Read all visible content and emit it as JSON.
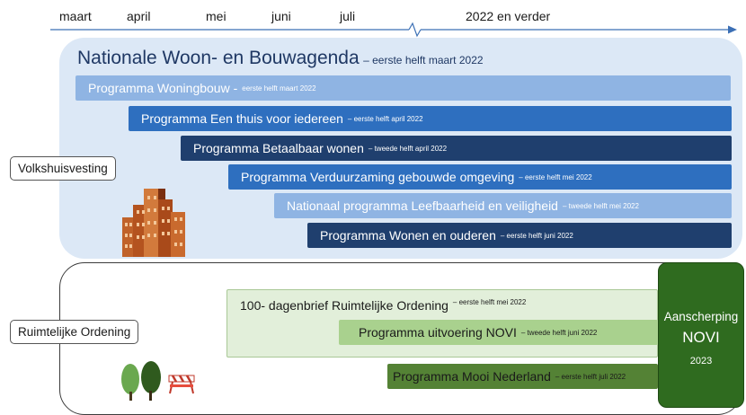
{
  "timeline": {
    "months": [
      "maart",
      "april",
      "mei",
      "juni",
      "juli"
    ],
    "future_label": "2022 en verder"
  },
  "volkshuisvesting": {
    "category_label": "Volkshuisvesting",
    "title": "Nationale Woon- en Bouwagenda",
    "title_timing": "– eerste helft maart 2022",
    "programs": [
      {
        "label": "Programma Woningbouw  -",
        "timing": "eerste helft maart 2022",
        "color": "#8fb4e3"
      },
      {
        "label": "Programma Een thuis voor iedereen",
        "timing": "– eerste helft april 2022",
        "color": "#2e6fbf"
      },
      {
        "label": "Programma Betaalbaar wonen",
        "timing": "– tweede helft april 2022",
        "color": "#1f3f6e"
      },
      {
        "label": "Programma Verduurzaming gebouwde omgeving",
        "timing": "– eerste helft mei 2022",
        "color": "#2e6fbf"
      },
      {
        "label": "Nationaal programma Leefbaarheid en veiligheid",
        "timing": "– tweede helft mei 2022",
        "color": "#8fb4e3"
      },
      {
        "label": "Programma Wonen en ouderen",
        "timing": "– eerste helft juni 2022",
        "color": "#1f3f6e"
      }
    ]
  },
  "ruimtelijke_ordening": {
    "category_label": "Ruimtelijke Ordening",
    "programs": [
      {
        "label": "100- dagenbrief Ruimtelijke Ordening",
        "timing": "– eerste helft mei 2022",
        "color": "#e2efda"
      },
      {
        "label": "Programma uitvoering NOVI",
        "timing": "– tweede helft juni 2022",
        "color": "#a9d18e"
      },
      {
        "label": "Programma Mooi Nederland",
        "timing": "– eerste helft juli 2022",
        "color": "#548235"
      }
    ],
    "novi_box": {
      "line1": "Aanscherping",
      "line2": "NOVI",
      "line3": "2023",
      "color": "#2f6b1f"
    }
  },
  "icons": [
    "buildings-icon",
    "trees-icon",
    "barrier-icon"
  ]
}
